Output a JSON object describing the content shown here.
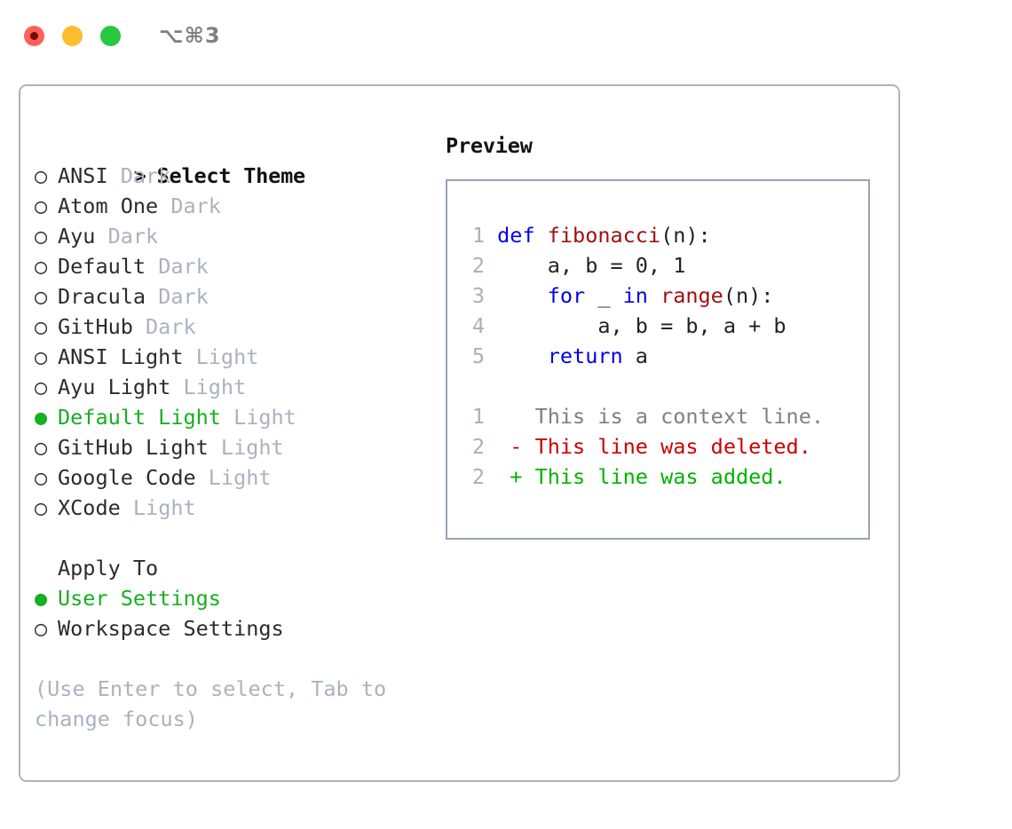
{
  "titlebar": {
    "shortcut": "⌥⌘3",
    "lights": [
      "close-red",
      "minimize-yellow",
      "maximize-green"
    ]
  },
  "left_panel": {
    "header": {
      "prefix": "> ",
      "label": "Select Theme"
    },
    "themes": [
      {
        "bullet": "○ ",
        "name": "ANSI",
        "tag": "Dark",
        "selected": false
      },
      {
        "bullet": "○ ",
        "name": "Atom One",
        "tag": "Dark",
        "selected": false
      },
      {
        "bullet": "○ ",
        "name": "Ayu",
        "tag": "Dark",
        "selected": false
      },
      {
        "bullet": "○ ",
        "name": "Default",
        "tag": "Dark",
        "selected": false
      },
      {
        "bullet": "○ ",
        "name": "Dracula",
        "tag": "Dark",
        "selected": false
      },
      {
        "bullet": "○ ",
        "name": "GitHub",
        "tag": "Dark",
        "selected": false
      },
      {
        "bullet": "○ ",
        "name": "ANSI Light",
        "tag": "Light",
        "selected": false
      },
      {
        "bullet": "○ ",
        "name": "Ayu Light",
        "tag": "Light",
        "selected": false
      },
      {
        "bullet": "● ",
        "name": "Default Light",
        "tag": "Light",
        "selected": true
      },
      {
        "bullet": "○ ",
        "name": "GitHub Light",
        "tag": "Light",
        "selected": false
      },
      {
        "bullet": "○ ",
        "name": "Google Code",
        "tag": "Light",
        "selected": false
      },
      {
        "bullet": "○ ",
        "name": "XCode",
        "tag": "Light",
        "selected": false
      }
    ],
    "apply_to": {
      "label": "Apply To",
      "options": [
        {
          "bullet": "● ",
          "label": "User Settings",
          "selected": true
        },
        {
          "bullet": "○ ",
          "label": "Workspace Settings",
          "selected": false
        }
      ]
    },
    "hint": "(Use Enter to select, Tab to change focus)"
  },
  "preview": {
    "title": "Preview",
    "code_lines": [
      {
        "number": "1",
        "tokens": [
          {
            "text": "def ",
            "style": "kw"
          },
          {
            "text": "fibonacci",
            "style": "fn"
          },
          {
            "text": "(n):",
            "style": "plain"
          }
        ]
      },
      {
        "number": "2",
        "tokens": [
          {
            "text": "    a, b = 0, 1",
            "style": "plain"
          }
        ]
      },
      {
        "number": "3",
        "tokens": [
          {
            "text": "    for ",
            "style": "kw"
          },
          {
            "text": "_ ",
            "style": "plain"
          },
          {
            "text": "in ",
            "style": "kw"
          },
          {
            "text": "range",
            "style": "fn"
          },
          {
            "text": "(n):",
            "style": "plain"
          }
        ]
      },
      {
        "number": "4",
        "tokens": [
          {
            "text": "        a, b = b, a + b",
            "style": "plain"
          }
        ]
      },
      {
        "number": "5",
        "tokens": [
          {
            "text": "    return ",
            "style": "kw"
          },
          {
            "text": "a",
            "style": "plain"
          }
        ]
      }
    ],
    "diff_lines": [
      {
        "number": "1",
        "marker": "  ",
        "text": "This is a context line.",
        "style": "ctx"
      },
      {
        "number": "2",
        "marker": "- ",
        "text": "This line was deleted.",
        "style": "del"
      },
      {
        "number": "2",
        "marker": "+ ",
        "text": "This line was added.",
        "style": "add"
      }
    ]
  },
  "colors": {
    "accent_green": "#14b01f",
    "tag_gray": "#aab2c0",
    "keyword_blue": "#0000ee",
    "function_red": "#a01010",
    "diff_added": "#00b300",
    "diff_deleted": "#cc0000",
    "border": "#aab4c4",
    "preview_border": "#96a3b5"
  }
}
